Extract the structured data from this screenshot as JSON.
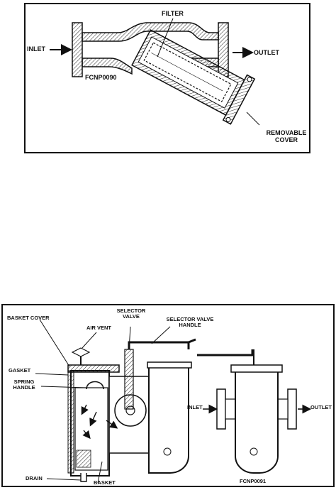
{
  "figure1": {
    "labels": {
      "filter": "FILTER",
      "inlet": "INLET",
      "outlet": "OUTLET",
      "code": "FCNP0090",
      "removable_cover_line1": "REMOVABLE",
      "removable_cover_line2": "COVER"
    }
  },
  "figure2": {
    "labels": {
      "basket_cover": "BASKET COVER",
      "air_vent": "AIR VENT",
      "selector_valve_line1": "SELECTOR",
      "selector_valve_line2": "VALVE",
      "selector_valve_handle_line1": "SELECTOR VALVE",
      "selector_valve_handle_line2": "HANDLE",
      "gasket": "GASKET",
      "spring_handle_line1": "SPRING",
      "spring_handle_line2": "HANDLE",
      "inlet": "INLET",
      "outlet": "OUTLET",
      "drain": "DRAIN",
      "basket": "BASKET",
      "code": "FCNP0091"
    }
  }
}
